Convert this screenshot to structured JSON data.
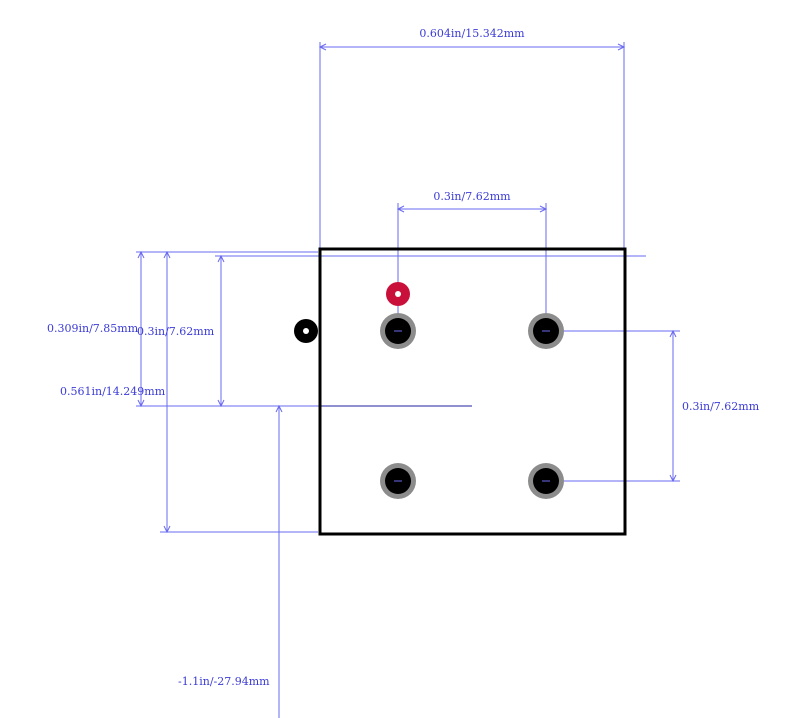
{
  "dimensions": {
    "overall_width": "0.604in/15.342mm",
    "pitch_horizontal": "0.3in/7.62mm",
    "height_left_outer": "0.309in/7.85mm",
    "height_left_inner": "0.3in/7.62mm",
    "offset_left": "0.561in/14.249mm",
    "pitch_vertical_right": "0.3in/7.62mm",
    "offset_bottom": "-1.1in/-27.94mm"
  },
  "colors": {
    "dimension_line": "#6a6af0",
    "dimension_text": "#3b3bd6",
    "outline": "#000000",
    "outline_accent": "#c0103a",
    "pad_ring": "#8c8c8c",
    "pad_fill": "#000000",
    "pin1_marker": "#c8103a",
    "origin_marker": "#000000"
  }
}
